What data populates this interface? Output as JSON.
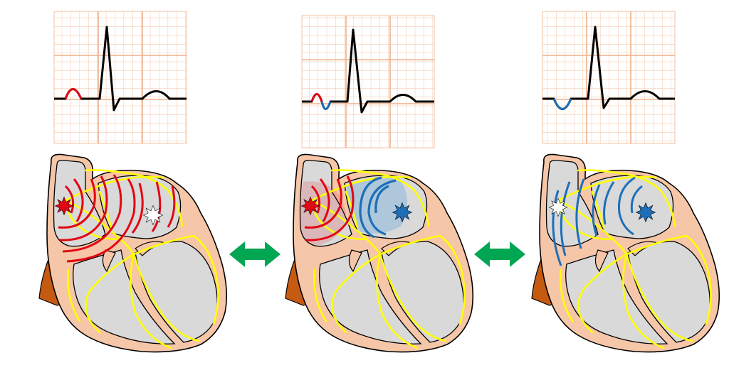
{
  "colors": {
    "grid_line": "#f4c2a2",
    "grid_major": "#efb08a",
    "trace": "#000000",
    "p_wave_red": "#e30613",
    "p_wave_blue": "#1d6fb8",
    "heart_tissue": "#f6c6a8",
    "chamber": "#d9d9d9",
    "conduction": "#ffff00",
    "wave_red": "#e30613",
    "wave_blue": "#1d6fb8",
    "vessel": "#c55a11",
    "arrow": "#00a651"
  },
  "panels": [
    {
      "id": "left",
      "p_wave": "upright",
      "atrial_wave": "red",
      "icons": [
        "red-spark-icon",
        "white-spark-icon"
      ]
    },
    {
      "id": "middle",
      "p_wave": "biphasic",
      "atrial_wave": "red+blue",
      "icons": [
        "red-spark-icon",
        "blue-spark-icon"
      ]
    },
    {
      "id": "right",
      "p_wave": "inverted",
      "atrial_wave": "blue",
      "icons": [
        "white-spark-icon",
        "blue-spark-icon"
      ]
    }
  ],
  "arrows": [
    "double-arrow-icon",
    "double-arrow-icon"
  ]
}
